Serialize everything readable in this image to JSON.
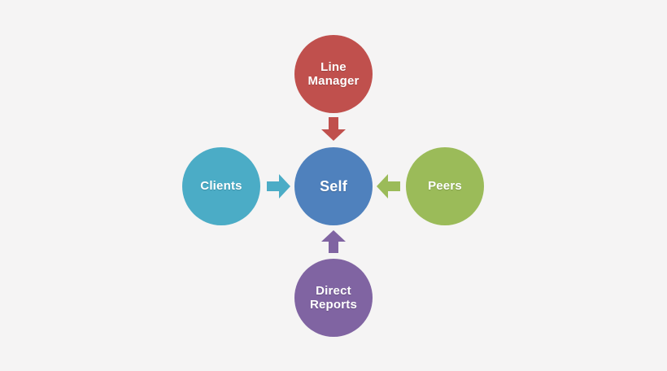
{
  "diagram": {
    "type": "360-degree-feedback",
    "background_color": "#f5f4f4",
    "center": {
      "id": "self",
      "label": "Self",
      "color": "#4f81bd"
    },
    "sources": [
      {
        "id": "line-manager",
        "label": "Line\nManager",
        "color": "#c0504d",
        "position": "top",
        "arrow": {
          "id": "arrow-top",
          "direction": "down",
          "color": "#c0504d"
        }
      },
      {
        "id": "clients",
        "label": "Clients",
        "color": "#4bacc6",
        "position": "left",
        "arrow": {
          "id": "arrow-left",
          "direction": "right",
          "color": "#4bacc6"
        }
      },
      {
        "id": "peers",
        "label": "Peers",
        "color": "#9bbb59",
        "position": "right",
        "arrow": {
          "id": "arrow-right",
          "direction": "left",
          "color": "#9bbb59"
        }
      },
      {
        "id": "direct-reports",
        "label": "Direct\nReports",
        "color": "#8064a2",
        "position": "bottom",
        "arrow": {
          "id": "arrow-bottom",
          "direction": "up",
          "color": "#8064a2"
        }
      }
    ]
  }
}
